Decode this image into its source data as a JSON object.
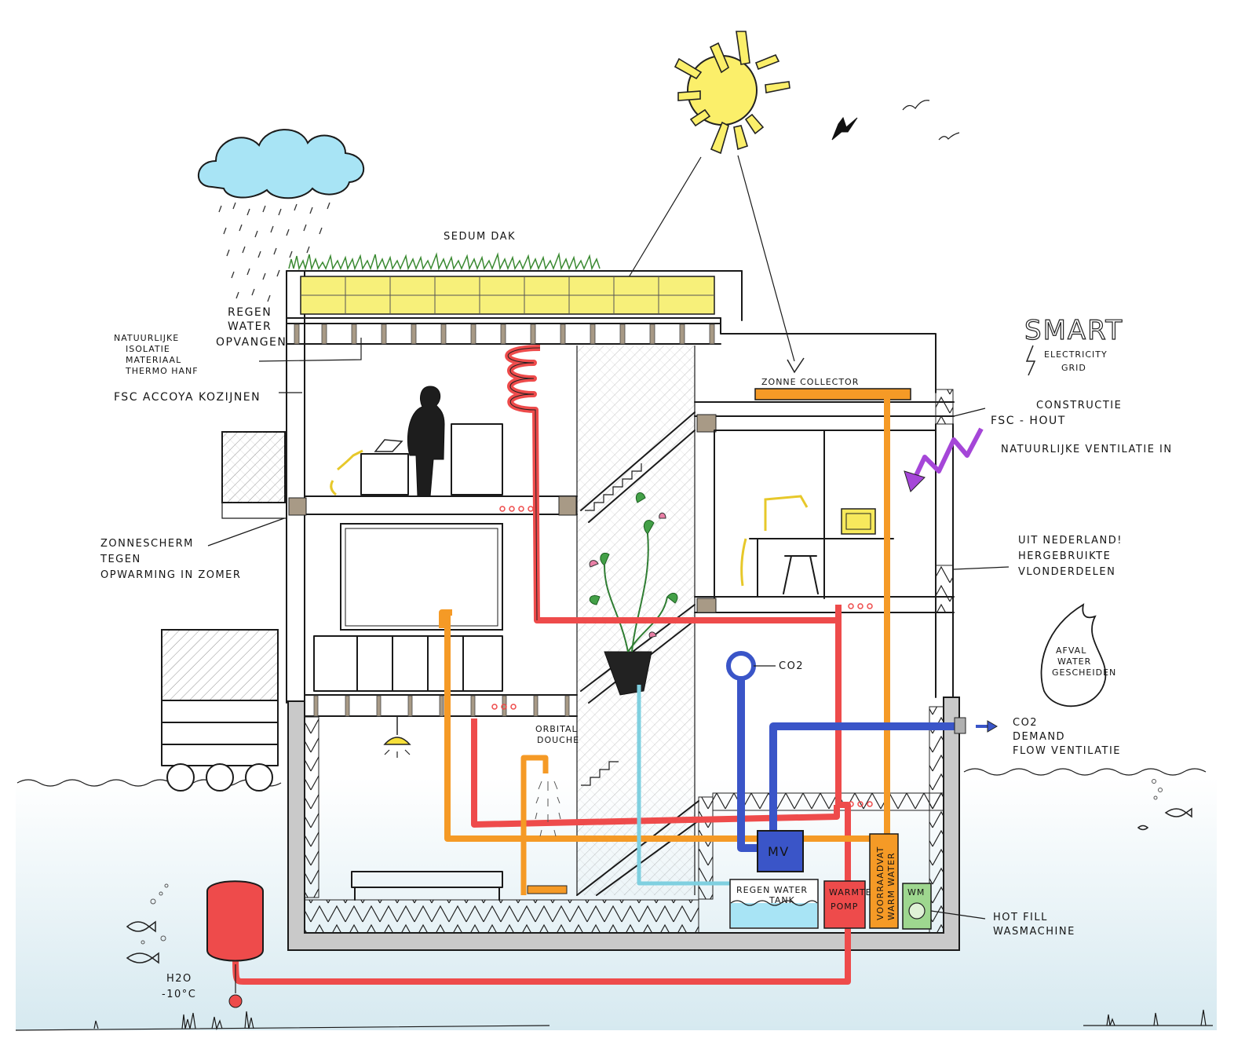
{
  "labels": {
    "sedum_dak": "SEDUM DAK",
    "regen_water_opvangen": [
      "REGEN",
      "WATER",
      "OPVANGEN"
    ],
    "natuurlijke_isolatie": [
      "NATUURLIJKE",
      "ISOLATIE",
      "MATERIAAL",
      "THERMO HANF"
    ],
    "fsc_accoya": "FSC ACCOYA KOZIJNEN",
    "zonnescherm": [
      "ZONNESCHERM",
      "TEGEN",
      "OPWARMING IN ZOMER"
    ],
    "smart": "SMART",
    "electricity_grid": [
      "ELECTRICITY",
      "GRID"
    ],
    "zonne_collector": "ZONNE COLLECTOR",
    "constructie_fsc_hout": [
      "CONSTRUCTIE",
      "FSC - HOUT"
    ],
    "natuurlijke_ventilatie": "NATUURLIJKE VENTILATIE IN",
    "uit_nederland": [
      "UIT NEDERLAND!",
      "HERGEBRUIKTE",
      "VLONDERDELEN"
    ],
    "afval_water": [
      "AFVAL",
      "WATER",
      "GESCHEIDEN"
    ],
    "co2_sensor": "CO2",
    "co2_demand": [
      "CO2",
      "DEMAND",
      "FLOW VENTILATIE"
    ],
    "orbital_douche": [
      "ORBITAL",
      "DOUCHE"
    ],
    "mv": "MV",
    "regen_water_tank": [
      "REGEN WATER",
      "TANK"
    ],
    "warmte_pomp": [
      "WARMTE",
      "POMP"
    ],
    "voorraadvat": [
      "VOORRAADVAT",
      "WARM WATER"
    ],
    "wm": "WM",
    "hotfill": [
      "HOT FILL",
      "WASMACHINE"
    ],
    "h2o": [
      "H2O",
      "-10°C"
    ]
  },
  "colors": {
    "hot_pipe": "#ee4b4b",
    "warm_pipe": "#f59a26",
    "air_pipe": "#3a55c8",
    "rain_pipe": "#7fd0e0",
    "sun": "#fbef6a",
    "cloud": "#a8e4f5",
    "ventilation_arrow": "#a546d8",
    "solar_roof": "#f7f07a",
    "water_gradient": "#dcebf1",
    "washer": "#9ed78f"
  },
  "icons": [
    "sun-icon",
    "cloud-icon",
    "bird-icon",
    "fish-icon",
    "plant-icon",
    "person-icon",
    "lamp-icon",
    "laptop-icon",
    "water-drop-icon",
    "washing-machine-icon",
    "lightning-icon"
  ]
}
